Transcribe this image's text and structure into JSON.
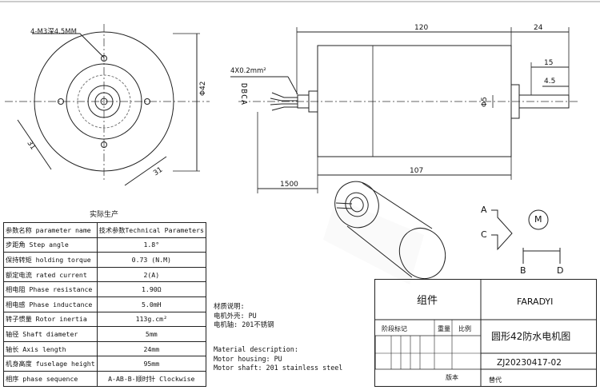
{
  "front_view": {
    "thread_note": "4-M3深4.5MM",
    "dim_diameter": "Φ42",
    "dim_31_a": "31",
    "dim_31_b": "31"
  },
  "side_view": {
    "dim_total_length": "120",
    "dim_shaft_length": "24",
    "dim_15": "15",
    "dim_4_5": "4.5",
    "dim_shaft_diameter": "Φ5",
    "dim_body_length": "107",
    "dim_lead_length": "1500",
    "wire_spec": "4X0.2mm²",
    "wire_labels": "DBCA"
  },
  "real_product_label": "实际生产",
  "spec_table": {
    "rows": [
      {
        "param": "参数名称 parameter name",
        "value": "技术参数Technical Parameters"
      },
      {
        "param": "步距角 Step angle",
        "value": "1.8°"
      },
      {
        "param": "保持转矩 holding torque",
        "value": "0.73 (N.M)"
      },
      {
        "param": "额定电流 rated current",
        "value": "2(A)"
      },
      {
        "param": "相电阻 Phase resistance",
        "value": "1.90Ω"
      },
      {
        "param": "相电感 Phase inductance",
        "value": "5.0mH"
      },
      {
        "param": "转子惯量 Rotor inertia",
        "value": "113g.cm²"
      },
      {
        "param": "轴径 Shaft diameter",
        "value": "5mm"
      },
      {
        "param": "轴长 Axis length",
        "value": "24mm"
      },
      {
        "param": "机身高度 fuselage height",
        "value": "95mm"
      },
      {
        "param": "相序 phase sequence",
        "value": "A-AB-B-顺时针 Clockwise"
      }
    ]
  },
  "material_notes": {
    "cn_title": "材质说明:",
    "cn_housing": "电机外壳: PU",
    "cn_shaft": "电机轴: 201不锈钢",
    "en_title": "Material description:",
    "en_housing": "Motor housing: PU",
    "en_shaft": "Motor shaft: 201 stainless steel"
  },
  "wiring": {
    "label_a": "A",
    "label_c": "C",
    "label_b": "B",
    "label_d": "D",
    "motor_symbol": "M"
  },
  "title_block": {
    "assembly": "组件",
    "company": "FARADYI",
    "stage_label": "阶段标记",
    "weight_label": "重量",
    "scale_label": "比例",
    "drawing_name": "圆形42防水电机图",
    "drawing_number": "ZJ20230417-02",
    "version_label": "版本",
    "replaces_label": "替代"
  }
}
